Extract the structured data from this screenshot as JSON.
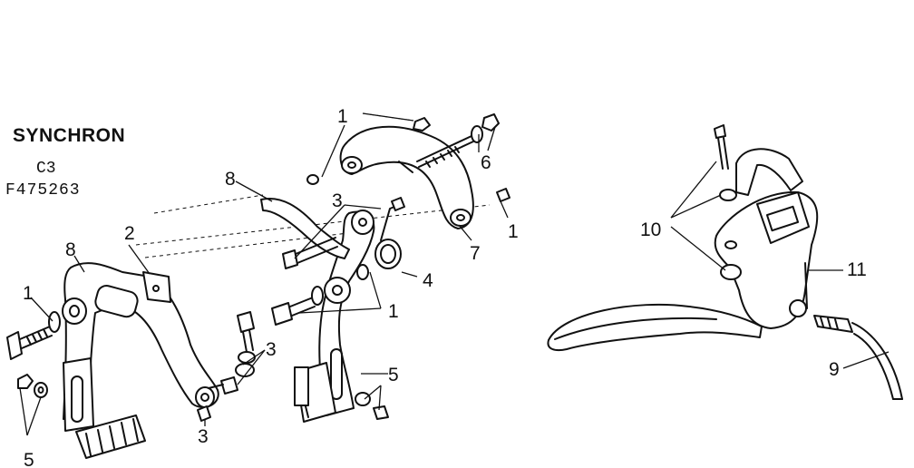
{
  "diagram": {
    "brand": "SYNCHRON",
    "model": "C3",
    "part_number": "F475263",
    "callouts": {
      "n1": "1",
      "n2": "2",
      "n3": "3",
      "n4": "4",
      "n5": "5",
      "n6": "6",
      "n7": "7",
      "n8": "8",
      "n9": "9",
      "n10": "10",
      "n11": "11"
    }
  }
}
